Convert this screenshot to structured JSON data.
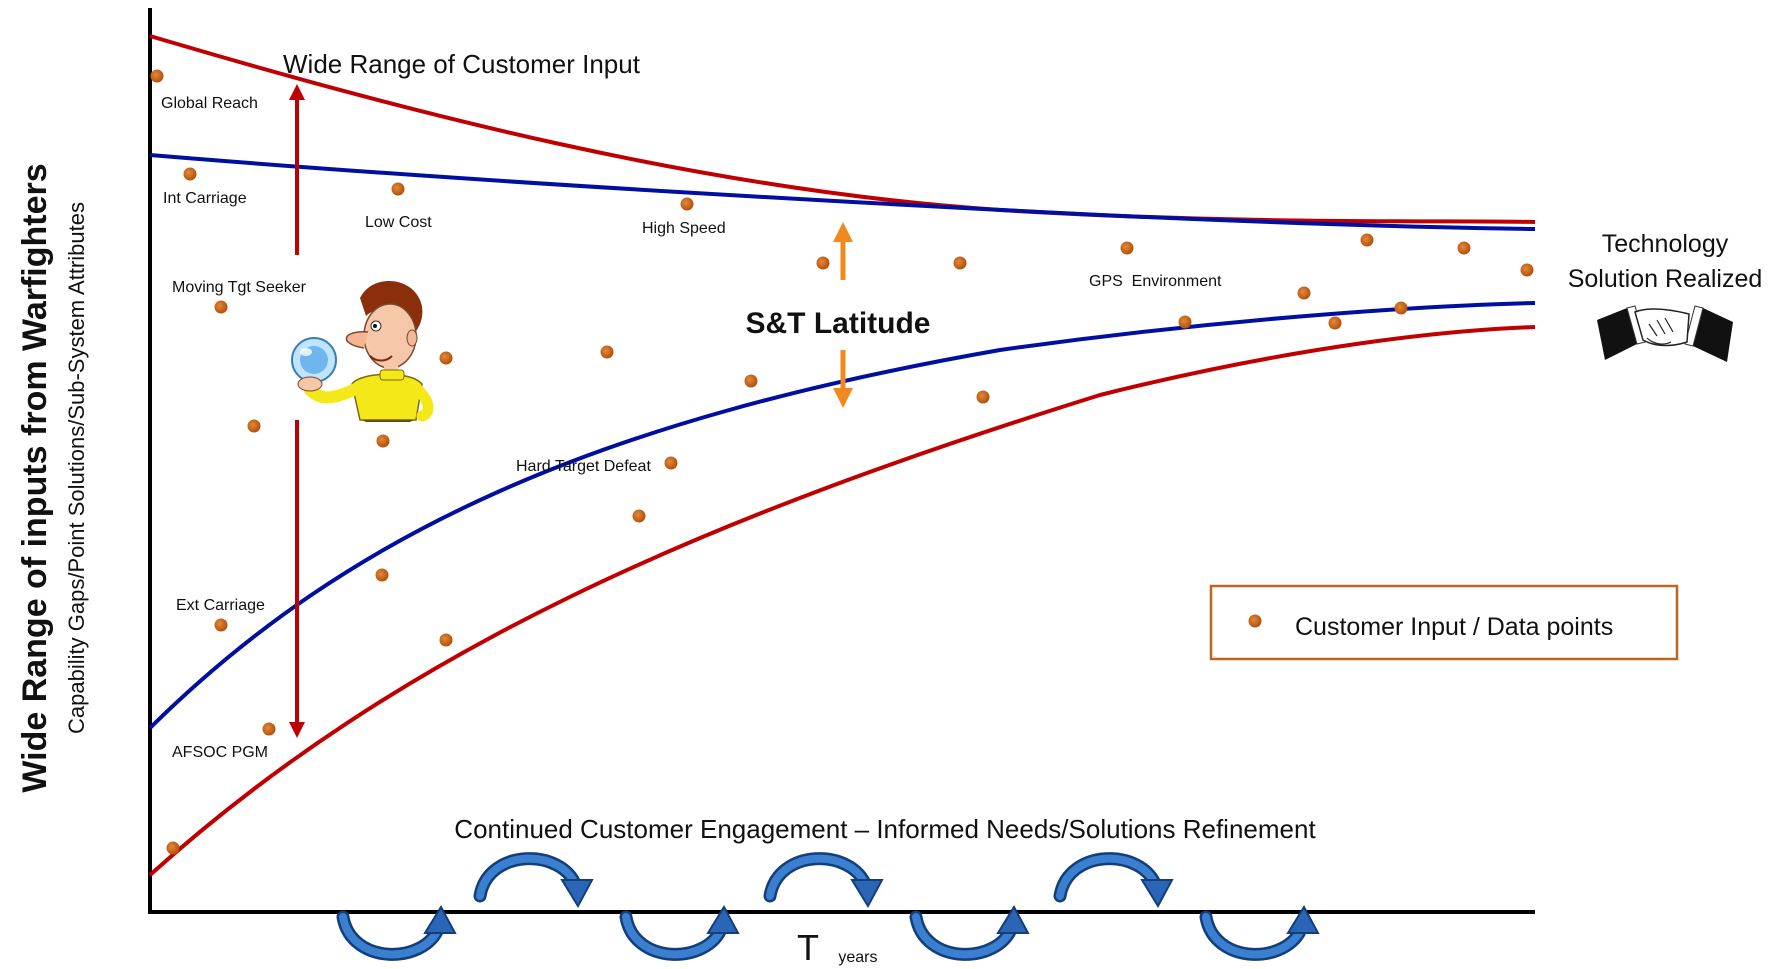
{
  "y_axis": {
    "title": "Wide Range of inputs from Warfighters",
    "subtitle": "Capability Gaps/Point Solutions/Sub-System Attributes"
  },
  "x_axis": {
    "label_main": "T",
    "label_sub": "years"
  },
  "annotations": {
    "wide_range": "Wide Range of Customer Input",
    "st_latitude": "S&T Latitude",
    "solution_line1": "Technology",
    "solution_line2": "Solution Realized",
    "engagement": "Continued Customer Engagement – Informed Needs/Solutions Refinement"
  },
  "point_labels": {
    "global_reach": "Global Reach",
    "int_carriage": "Int Carriage",
    "low_cost": "Low Cost",
    "high_speed": "High Speed",
    "moving_tgt": "Moving Tgt Seeker",
    "gps_env": "GPS  Environment",
    "hard_target": "Hard Target Defeat",
    "ext_carriage": "Ext Carriage",
    "afsoc": "AFSOC PGM"
  },
  "legend": {
    "item": "Customer Input / Data points"
  },
  "colors": {
    "outer_curve": "#c00000",
    "inner_curve": "#000f9f",
    "data_point": "#c5600f",
    "st_arrow": "#f08a1e",
    "legend_border": "#c0651e",
    "cycle_arrow": "#1f5fa8"
  },
  "icons": [
    "person-with-crystal-ball-icon",
    "handshake-icon",
    "cycle-arrow-icon"
  ]
}
